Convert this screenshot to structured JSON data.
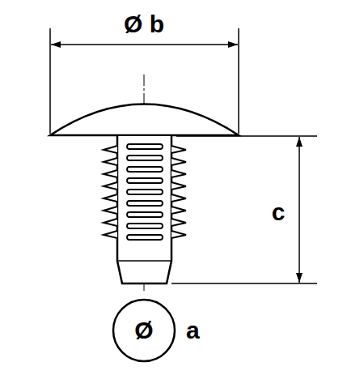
{
  "diagram": {
    "nodes": [
      {
        "text": [
          "Ø",
          "a"
        ]
      }
    ],
    "labels": [
      "Ø b",
      "c"
    ]
  }
}
